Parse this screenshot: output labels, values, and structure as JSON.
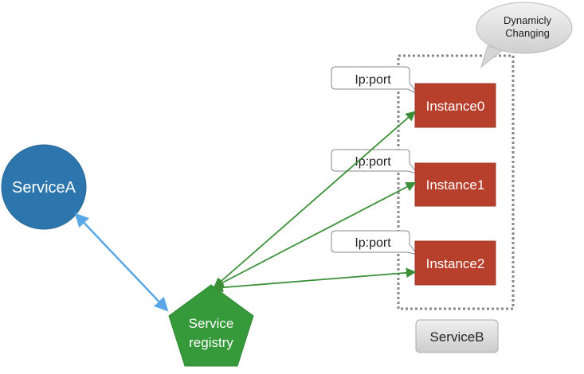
{
  "nodes": {
    "service_a": {
      "label": "ServiceA",
      "color": "#2c75ad"
    },
    "registry": {
      "label_line1": "Service",
      "label_line2": "registry",
      "color": "#36993a"
    },
    "instances": [
      {
        "label": "Instance0",
        "callout": "Ip:port"
      },
      {
        "label": "Instance1",
        "callout": "Ip:port"
      },
      {
        "label": "Instance2",
        "callout": "Ip:port"
      }
    ],
    "service_b": {
      "label": "ServiceB"
    }
  },
  "cloud": {
    "line1": "Dynamicly",
    "line2": "Changing"
  },
  "colors": {
    "instance_fill": "#b6402c",
    "green_arrow": "#3a8f37",
    "blue_arrow": "#5aa7e8",
    "dashed_border": "#888888"
  }
}
